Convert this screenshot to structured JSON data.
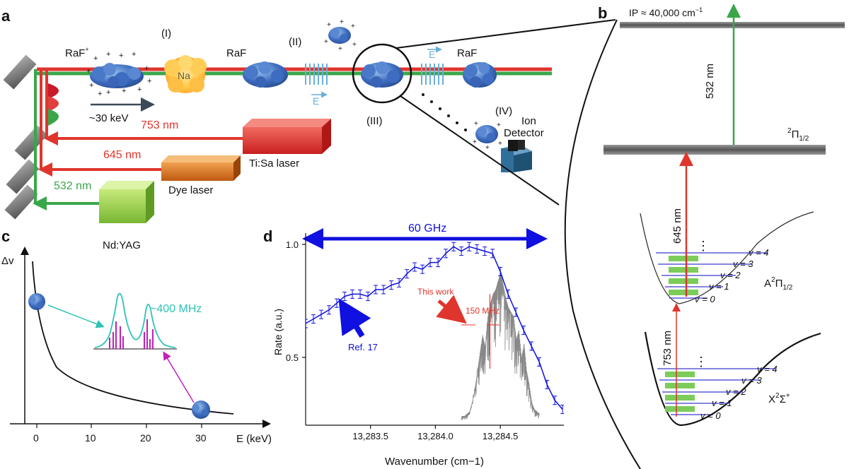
{
  "colors": {
    "red": "#e0352c",
    "green": "#3aa64a",
    "blue": "#1010e0",
    "teal": "#2fc3b5",
    "magenta": "#c020b8",
    "light_blue": "#6aaed8",
    "gray": "#666666"
  },
  "panel_a": {
    "label": "a",
    "raf_plus": "RaF",
    "raf_plus_sup": "+",
    "stage_1": "(I)",
    "stage_2": "(II)",
    "stage_3": "(III)",
    "stage_4": "(IV)",
    "raf_label_1": "RaF",
    "raf_label_2": "RaF",
    "na_label": "Na",
    "energy_label": "~30 keV",
    "field_label": "E",
    "ion_detector_line1": "Ion",
    "ion_detector_line2": "Detector",
    "laser_753": "753 nm",
    "laser_645": "645 nm",
    "laser_532": "532 nm",
    "tisa_label": "Ti:Sa laser",
    "dye_label": "Dye laser",
    "ndyag_label": "Nd:YAG"
  },
  "panel_b": {
    "label": "b",
    "ip_label": "IP ≈ 40,000 cm",
    "ip_sup": "−1",
    "pi_state_sup": "2",
    "pi_state": "Π",
    "pi_state_sub": "1/2",
    "a_state": "A",
    "a_state_sup": "2",
    "a_state_pi": "Π",
    "a_state_sub": "1/2",
    "x_state": "X",
    "x_state_sup": "2",
    "x_state_sigma": "Σ",
    "x_state_sup2": "+",
    "wl_532": "532 nm",
    "wl_645": "645 nm",
    "wl_753": "753 nm",
    "v_labels": [
      "v = 4",
      "v = 3",
      "v = 2",
      "v = 1",
      "v = 0"
    ],
    "ellipsis": "⋮"
  },
  "panel_c": {
    "label": "c",
    "ylabel": "Δv",
    "xlabel": "E (keV)",
    "xticks": [
      "0",
      "10",
      "20",
      "30"
    ],
    "annotation": "~400 MHz"
  },
  "panel_d": {
    "label": "d",
    "span_label": "60 GHz",
    "ref_label": "Ref. 17",
    "this_work": "This work",
    "width_label": "150 MHz"
  },
  "chart_data": {
    "type": "line",
    "title": "",
    "xlabel": "Wavenumber (cm−1)",
    "ylabel": "Rate (a.u.)",
    "xlim": [
      13283.0,
      13284.99
    ],
    "ylim": [
      0.2,
      1.05
    ],
    "xticks": [
      13283.5,
      13284.0,
      13284.5
    ],
    "xtick_labels": [
      "13,283.5",
      "13,284.0",
      "13,284.5"
    ],
    "yticks": [
      0.5,
      1.0
    ],
    "ytick_labels": [
      "0.5",
      "1.0"
    ],
    "series": [
      {
        "name": "Ref. 17",
        "x": [
          13283.0,
          13283.06,
          13283.12,
          13283.18,
          13283.24,
          13283.3,
          13283.36,
          13283.42,
          13283.48,
          13283.54,
          13283.6,
          13283.66,
          13283.72,
          13283.78,
          13283.84,
          13283.9,
          13283.96,
          13284.02,
          13284.08,
          13284.14,
          13284.2,
          13284.26,
          13284.32,
          13284.38,
          13284.44,
          13284.5,
          13284.56,
          13284.62,
          13284.68,
          13284.74,
          13284.8,
          13284.86,
          13284.92,
          13284.98
        ],
        "values": [
          0.65,
          0.67,
          0.69,
          0.71,
          0.74,
          0.77,
          0.78,
          0.78,
          0.77,
          0.8,
          0.8,
          0.82,
          0.83,
          0.87,
          0.9,
          0.89,
          0.92,
          0.92,
          0.96,
          0.99,
          0.97,
          0.99,
          0.98,
          0.97,
          0.96,
          0.88,
          0.78,
          0.7,
          0.62,
          0.55,
          0.48,
          0.38,
          0.31,
          0.27
        ]
      },
      {
        "name": "This work",
        "x": [
          13284.2,
          13284.22,
          13284.24,
          13284.26,
          13284.28,
          13284.3,
          13284.32,
          13284.34,
          13284.36,
          13284.38,
          13284.4,
          13284.42,
          13284.44,
          13284.46,
          13284.48,
          13284.5,
          13284.52,
          13284.54,
          13284.56,
          13284.58,
          13284.6,
          13284.62,
          13284.64,
          13284.66,
          13284.68,
          13284.7,
          13284.72,
          13284.74,
          13284.76,
          13284.78,
          13284.8
        ],
        "values": [
          0.24,
          0.24,
          0.25,
          0.26,
          0.3,
          0.36,
          0.44,
          0.52,
          0.6,
          0.55,
          0.68,
          0.74,
          0.78,
          0.8,
          0.84,
          0.88,
          0.82,
          0.76,
          0.72,
          0.7,
          0.68,
          0.58,
          0.62,
          0.5,
          0.56,
          0.44,
          0.38,
          0.3,
          0.27,
          0.26,
          0.25
        ]
      }
    ]
  }
}
